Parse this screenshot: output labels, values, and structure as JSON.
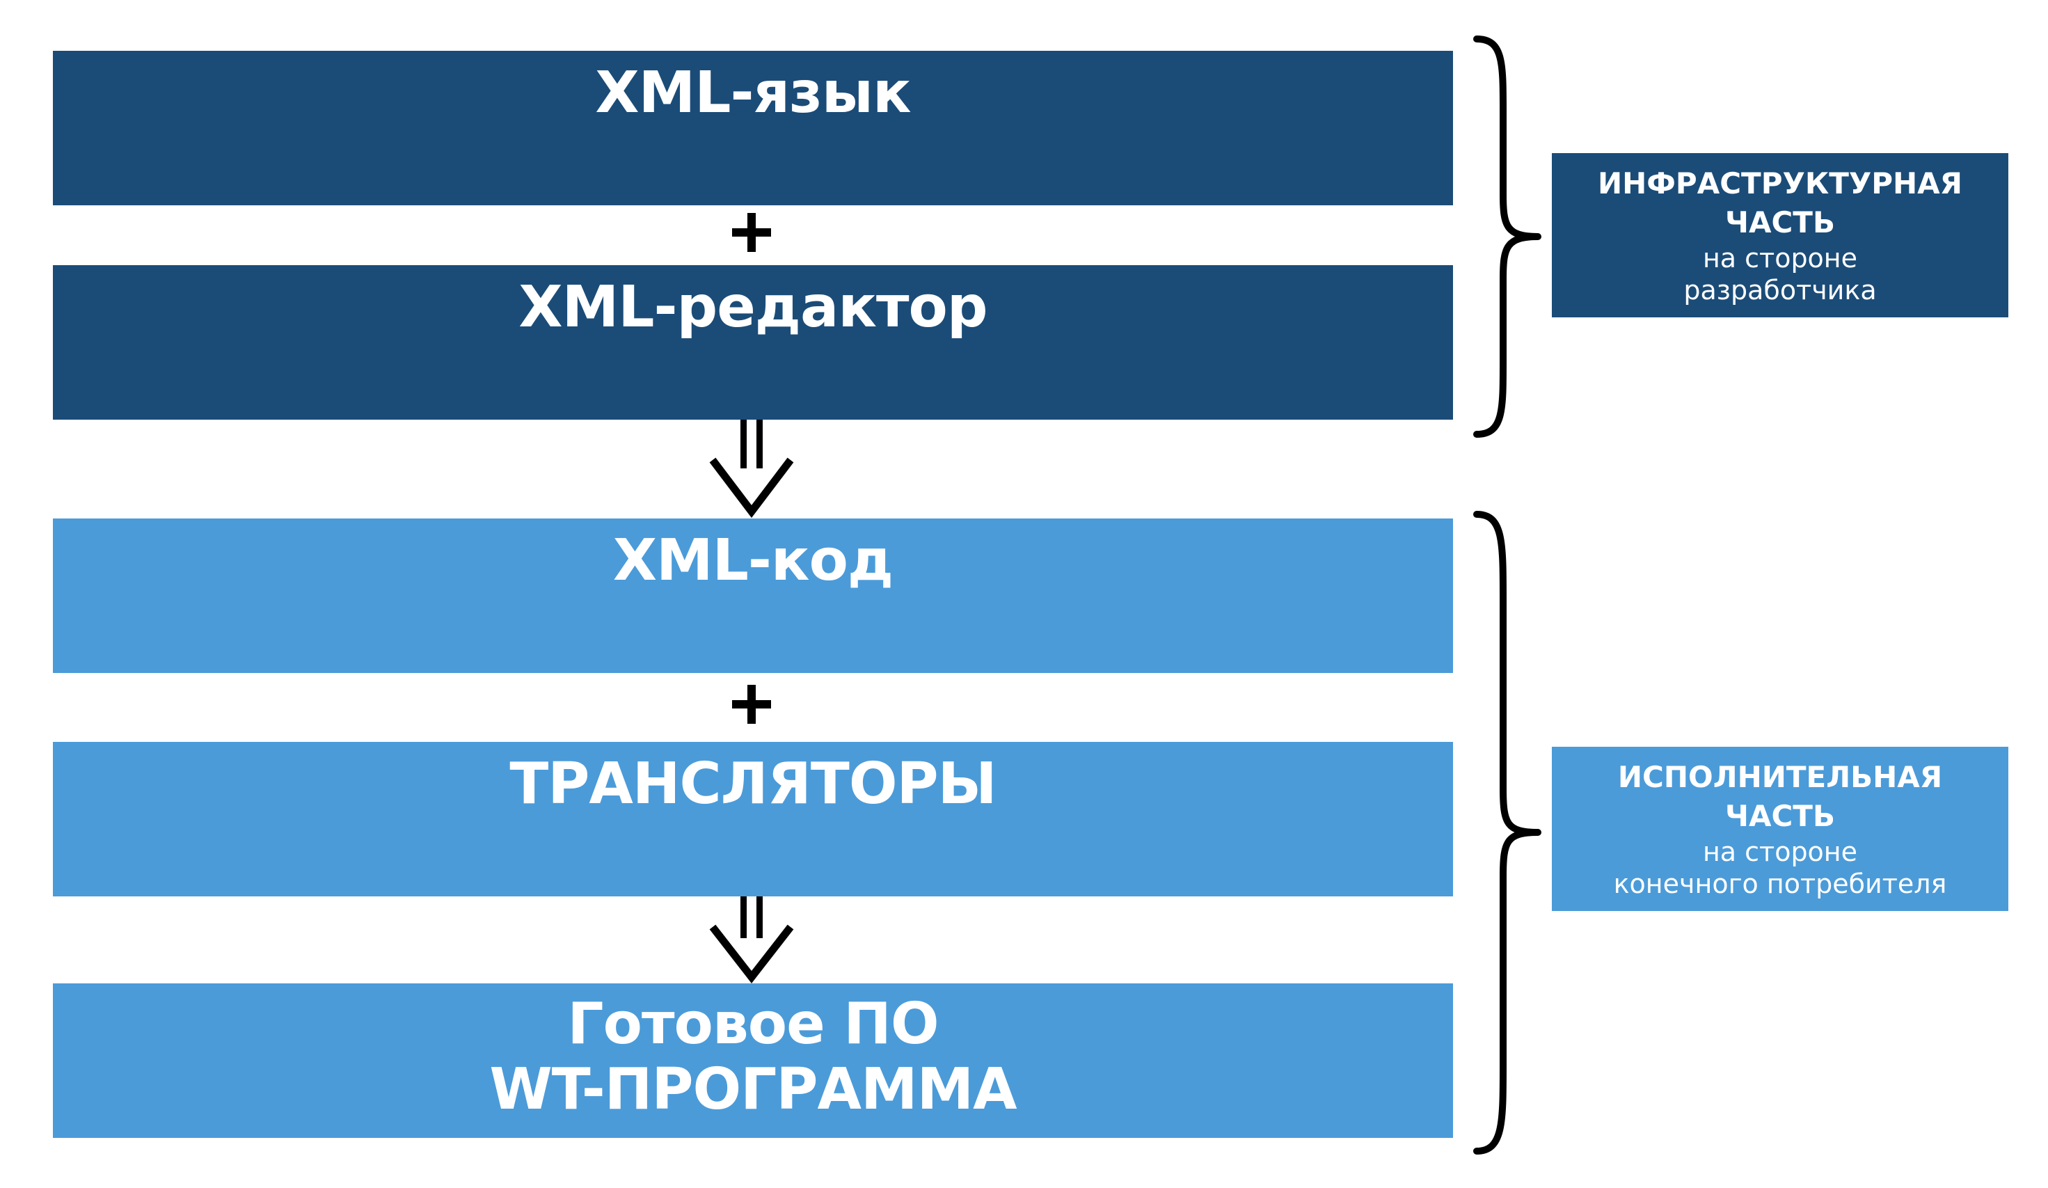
{
  "blocks": [
    {
      "lines": [
        "XML-язык"
      ]
    },
    {
      "lines": [
        "XML-редактор"
      ]
    },
    {
      "lines": [
        "XML-код"
      ]
    },
    {
      "lines": [
        "ТРАНСЛЯТОРЫ"
      ]
    },
    {
      "lines": [
        "Готовое ПО",
        "WT-ПРОГРАММА"
      ]
    }
  ],
  "connectors": {
    "plus_symbol": "+",
    "arrow_symbol": "double-down-arrow"
  },
  "groups": [
    {
      "title_lines": [
        "ИНФРАСТРУКТУРНАЯ",
        "ЧАСТЬ"
      ],
      "subtitle_lines": [
        "на стороне",
        "разработчика"
      ],
      "color": "#1b4c78"
    },
    {
      "title_lines": [
        "ИСПОЛНИТЕЛЬНАЯ",
        "ЧАСТЬ"
      ],
      "subtitle_lines": [
        "на стороне",
        "конечного потребителя"
      ],
      "color": "#4b9bd9"
    }
  ],
  "colors": {
    "dark_block": "#1b4c78",
    "light_block": "#4b9bd9",
    "text": "#ffffff",
    "connector": "#000000"
  }
}
